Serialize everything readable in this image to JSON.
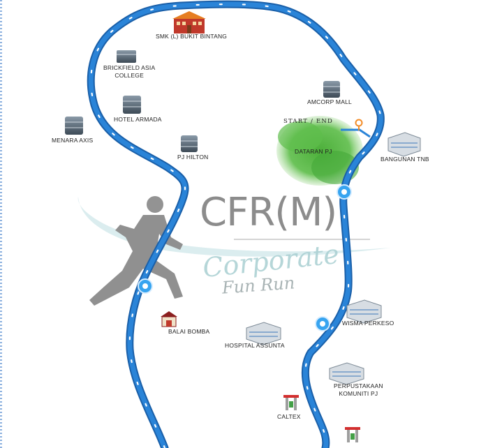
{
  "map": {
    "brand": {
      "logo": "CFR(M)",
      "tagline_1": "Corporate",
      "tagline_2": "Fun Run"
    },
    "start_end": "START / END",
    "landmarks": [
      {
        "name": "SMK (L) BUKIT BINTANG",
        "icon": "school-icon"
      },
      {
        "name": "BRICKFIELD ASIA\nCOLLEGE",
        "icon": "building-icon"
      },
      {
        "name": "HOTEL ARMADA",
        "icon": "building-icon"
      },
      {
        "name": "MENARA AXIS",
        "icon": "building-icon"
      },
      {
        "name": "PJ HILTON",
        "icon": "building-icon"
      },
      {
        "name": "AMCORP MALL",
        "icon": "building-icon"
      },
      {
        "name": "DATARAN PJ",
        "icon": "park-area"
      },
      {
        "name": "BANGUNAN TNB",
        "icon": "office-icon"
      },
      {
        "name": "WISMA PERKESO",
        "icon": "office-icon"
      },
      {
        "name": "HOSPITAL ASSUNTA",
        "icon": "office-icon"
      },
      {
        "name": "BALAI BOMBA",
        "icon": "fire-station-icon"
      },
      {
        "name": "PERPUSTAKAAN\nKOMUNITI PJ",
        "icon": "office-icon"
      },
      {
        "name": "CALTEX",
        "icon": "petrol-station-icon"
      }
    ],
    "colors": {
      "route": "#1f6fc1",
      "checkpoint": "#2a9df4",
      "park": "#56b947",
      "pin": "#f28c28"
    }
  }
}
